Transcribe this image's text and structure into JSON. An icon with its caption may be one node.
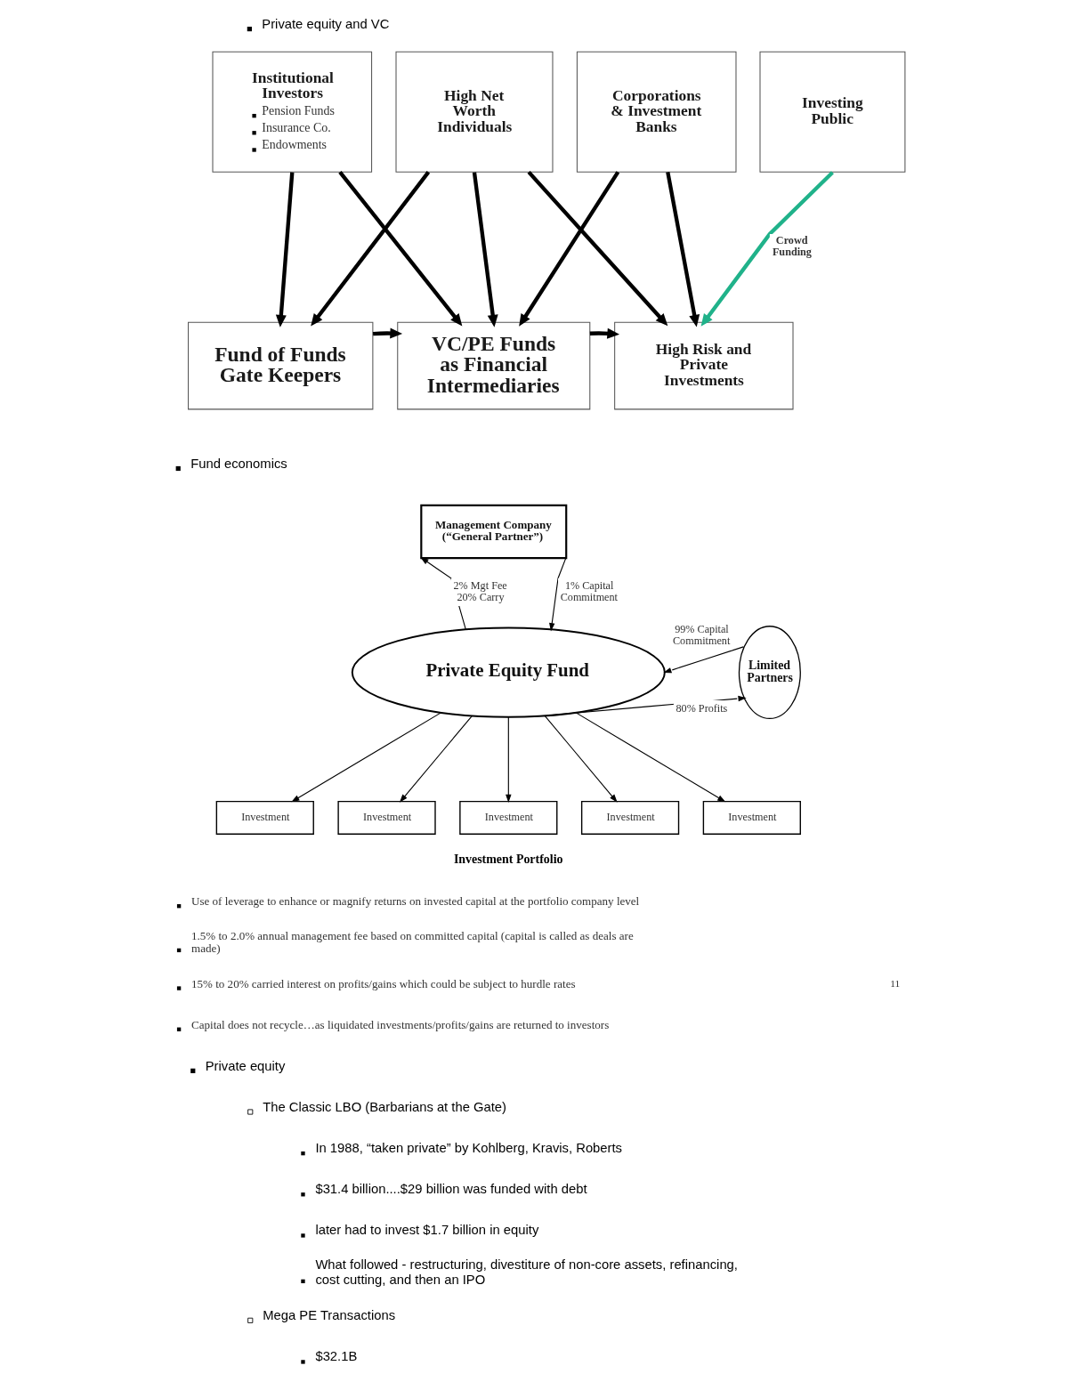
{
  "diagram": {
    "nodes": [
      {
        "text": [
          "Institutional Investors",
          "Pension Funds",
          "Insurance Co.",
          "Endowments"
        ]
      },
      {
        "text": [
          "High Net Worth Individuals"
        ]
      },
      {
        "text": [
          "Corporations & Investment Banks"
        ]
      },
      {
        "text": [
          "Investing Public"
        ]
      },
      {
        "text": [
          "Fund of Funds Gate Keepers"
        ]
      },
      {
        "text": [
          "VC/PE Funds as Financial Intermediaries"
        ]
      },
      {
        "text": [
          "High Risk and Private Investments"
        ]
      },
      {
        "text": [
          "Management Company (“General Partner”)"
        ]
      },
      {
        "text": [
          "Private Equity Fund"
        ]
      },
      {
        "text": [
          "Limited Partners"
        ]
      },
      {
        "text": [
          "Investment"
        ]
      },
      {
        "text": [
          "Investment"
        ]
      },
      {
        "text": [
          "Investment"
        ]
      },
      {
        "text": [
          "Investment"
        ]
      },
      {
        "text": [
          "Investment"
        ]
      }
    ],
    "edges": [
      {
        "from": 0,
        "to": 4,
        "arrow": "to"
      },
      {
        "from": 0,
        "to": 5,
        "arrow": "to"
      },
      {
        "from": 1,
        "to": 4,
        "arrow": "to"
      },
      {
        "from": 1,
        "to": 5,
        "arrow": "to"
      },
      {
        "from": 1,
        "to": 6,
        "arrow": "to"
      },
      {
        "from": 2,
        "to": 5,
        "arrow": "to"
      },
      {
        "from": 2,
        "to": 6,
        "arrow": "to"
      },
      {
        "from": 3,
        "to": 6,
        "arrow": "to",
        "label": "Crowd Funding",
        "color": "#20b28a"
      },
      {
        "from": 4,
        "to": 5,
        "arrow": "to"
      },
      {
        "from": 5,
        "to": 6,
        "arrow": "to"
      },
      {
        "from": 8,
        "to": 7,
        "arrow": "to",
        "label": "2% Mgt Fee 20% Carry"
      },
      {
        "from": 7,
        "to": 8,
        "arrow": "to",
        "label": "1% Capital Commitment"
      },
      {
        "from": 9,
        "to": 8,
        "arrow": "to",
        "label": "99% Capital Commitment"
      },
      {
        "from": 8,
        "to": 9,
        "arrow": "to",
        "label": "80% Profits"
      },
      {
        "from": 8,
        "to": 10,
        "arrow": "to"
      },
      {
        "from": 8,
        "to": 11,
        "arrow": "to"
      },
      {
        "from": 8,
        "to": 12,
        "arrow": "to"
      },
      {
        "from": 8,
        "to": 13,
        "arrow": "to"
      },
      {
        "from": 8,
        "to": 14,
        "arrow": "to"
      }
    ],
    "labels": [
      "Private equity and VC",
      "Fund economics",
      "Investment Portfolio",
      "Use of leverage to enhance or magnify returns on invested capital at the portfolio company level",
      "1.5% to 2.0% annual management fee based on committed capital (capital is called as deals are made)",
      "15% to 20% carried interest on profits/gains which could be subject to hurdle rates",
      "11",
      "Capital does not recycle…as liquidated investments/profits/gains are returned to investors",
      "Private equity",
      "The Classic LBO (Barbarians at the Gate)",
      "In 1988, “taken private” by Kohlberg, Kravis, Roberts",
      "$31.4 billion....$29 billion was funded with debt",
      "later had to invest $1.7 billion in equity",
      "What followed - restructuring, divestiture of non-core assets, refinancing, cost cutting, and then an IPO",
      "Mega PE Transactions",
      "$32.1B"
    ]
  }
}
